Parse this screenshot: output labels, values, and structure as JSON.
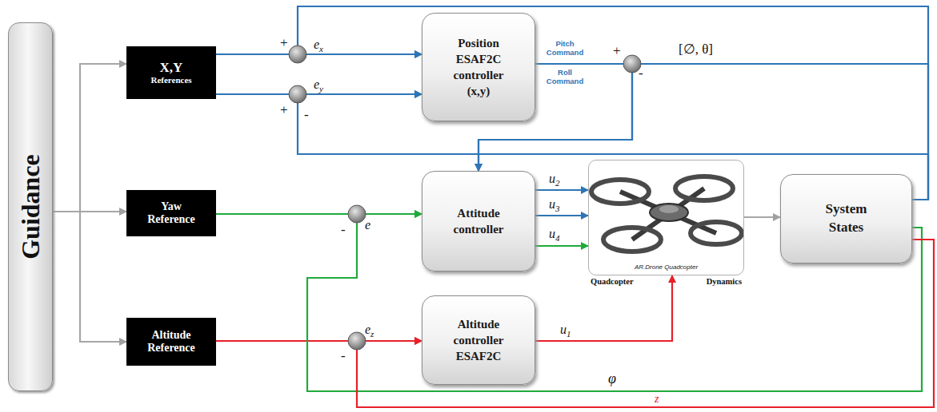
{
  "diagram": {
    "nodes": [
      {
        "text": [
          "Guidance"
        ]
      },
      {
        "text": [
          "X,Y",
          "References"
        ]
      },
      {
        "text": [
          "Yaw Reference"
        ]
      },
      {
        "text": [
          "Altitude Reference"
        ]
      },
      {
        "text": [
          "Position ESAF2C controller (x,y)"
        ]
      },
      {
        "text": [
          "Attitude controller"
        ]
      },
      {
        "text": [
          "Altitude controller ESAF2C"
        ]
      },
      {
        "text": [
          "AR.Drone Quadcopter",
          "Quadcopter",
          "Dynamics"
        ]
      },
      {
        "text": [
          "System States"
        ]
      }
    ],
    "edges": [
      {
        "from": 0,
        "to": 1,
        "arrow": "to"
      },
      {
        "from": 0,
        "to": 2,
        "arrow": "to"
      },
      {
        "from": 0,
        "to": 3,
        "arrow": "to"
      },
      {
        "from": 1,
        "to": 4,
        "label": "ex",
        "arrow": "to"
      },
      {
        "from": 1,
        "to": 4,
        "label": "ey",
        "arrow": "to"
      },
      {
        "from": 4,
        "to": 5,
        "arrow": "to"
      },
      {
        "from": 2,
        "to": 5,
        "label": "e",
        "arrow": "to"
      },
      {
        "from": 3,
        "to": 6,
        "label": "ez",
        "arrow": "to"
      },
      {
        "from": 5,
        "to": 7,
        "label": "u2",
        "arrow": "to"
      },
      {
        "from": 5,
        "to": 7,
        "label": "u3",
        "arrow": "to"
      },
      {
        "from": 5,
        "to": 7,
        "label": "u4",
        "arrow": "to"
      },
      {
        "from": 6,
        "to": 7,
        "label": "u1",
        "arrow": "to"
      },
      {
        "from": 7,
        "to": 8,
        "arrow": "to"
      },
      {
        "from": 8,
        "to": 4,
        "arrow": "to"
      },
      {
        "from": 8,
        "to": 4,
        "arrow": "to"
      },
      {
        "from": 8,
        "to": 5,
        "label": "[∅, θ]",
        "arrow": "to"
      },
      {
        "from": 8,
        "to": 5,
        "label": "φ",
        "arrow": "to"
      },
      {
        "from": 8,
        "to": 6,
        "label": "z",
        "arrow": "to"
      }
    ],
    "labels": [
      "+",
      "+",
      "-",
      "Pitch Command",
      "Roll Command",
      "+",
      "-",
      "-",
      "-"
    ]
  }
}
